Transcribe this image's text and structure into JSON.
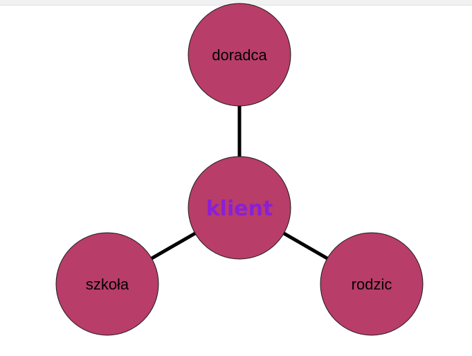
{
  "diagram": {
    "center": {
      "label": "klient"
    },
    "nodes": [
      {
        "id": "doradca",
        "label": "doradca"
      },
      {
        "id": "szkola",
        "label": "szkoła"
      },
      {
        "id": "rodzic",
        "label": "rodzic"
      }
    ],
    "colors": {
      "node_fill": "#b83d68",
      "node_stroke": "#1a1a1a",
      "connector": "#000000",
      "center_text": "#8a1fd6",
      "node_text": "#000000"
    }
  }
}
